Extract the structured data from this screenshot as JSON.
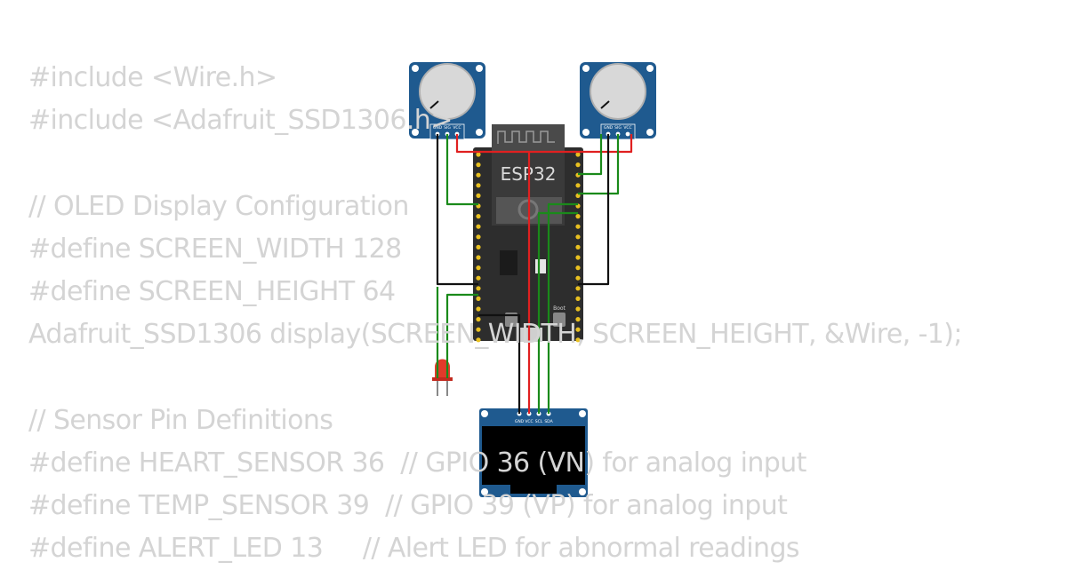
{
  "code_lines": [
    "#include <Wire.h>",
    "#include <Adafruit_SSD1306.h>",
    "",
    "// OLED Display Configuration",
    "#define SCREEN_WIDTH 128",
    "#define SCREEN_HEIGHT 64",
    "Adafruit_SSD1306 display(SCREEN_WIDTH, SCREEN_HEIGHT, &Wire, -1);",
    "",
    "// Sensor Pin Definitions",
    "#define HEART_SENSOR 36  // GPIO 36 (VN) for analog input",
    "#define TEMP_SENSOR 39  // GPIO 39 (VP) for analog input",
    "#define ALERT_LED 13     // Alert LED for abnormal readings"
  ],
  "diagram": {
    "board": {
      "label": "ESP32",
      "boot_label": "Boot"
    },
    "potentiometer_left": {
      "pins": [
        "GND",
        "SIG",
        "VCC"
      ]
    },
    "potentiometer_right": {
      "pins": [
        "GND",
        "SIG",
        "VCC"
      ]
    },
    "oled": {
      "pins": [
        "GND",
        "VCC",
        "SCL",
        "SDA"
      ]
    },
    "colors": {
      "board": "#2d2d2d",
      "pcb_blue": "#1f5a8f",
      "wire_red": "#e02020",
      "wire_green": "#1a8a1a",
      "wire_black": "#111111",
      "led": "#e23a2a",
      "code_text": "#d4d4d4"
    }
  }
}
